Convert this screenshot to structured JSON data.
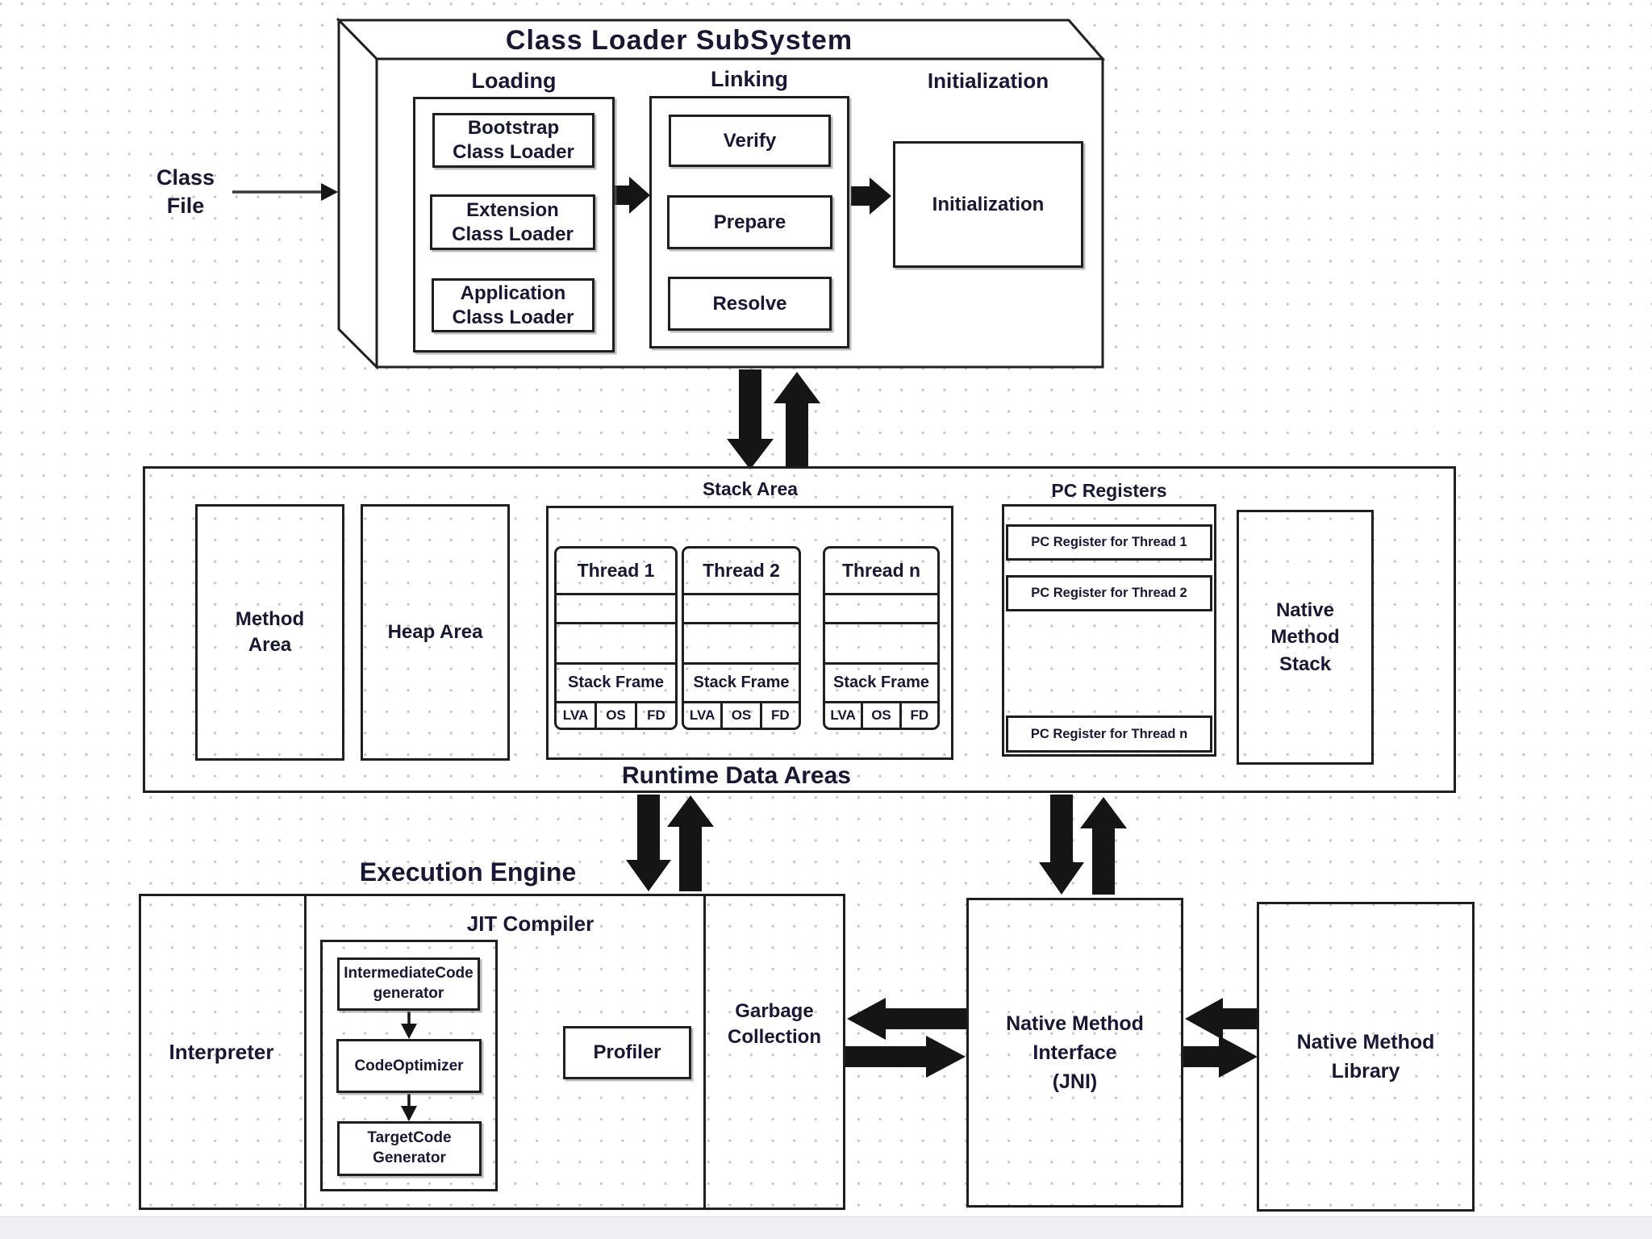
{
  "palette": {
    "ink": "#181836",
    "line": "#1f1f1f",
    "dot_grid": "#c4c4ca",
    "footer": "#eef0f3",
    "arrow": "#151515"
  },
  "class_file": {
    "label": "Class\nFile"
  },
  "class_loader": {
    "title": "Class Loader SubSystem",
    "loading": {
      "label": "Loading",
      "boxes": [
        "Bootstrap\nClass Loader",
        "Extension\nClass Loader",
        "Application\nClass Loader"
      ]
    },
    "linking": {
      "label": "Linking",
      "boxes": [
        "Verify",
        "Prepare",
        "Resolve"
      ]
    },
    "initialization": {
      "label": "Initialization",
      "box": "Initialization"
    }
  },
  "runtime": {
    "title": "Runtime Data Areas",
    "method_area": "Method\nArea",
    "heap_area": "Heap Area",
    "stack": {
      "label": "Stack Area",
      "threads": [
        "Thread 1",
        "Thread 2",
        "Thread n"
      ],
      "stack_frame": "Stack Frame",
      "frame_cells": [
        "LVA",
        "OS",
        "FD"
      ]
    },
    "pc": {
      "label": "PC Registers",
      "items": [
        "PC Register for Thread 1",
        "PC Register for Thread 2",
        "PC Register for Thread n"
      ]
    },
    "native_method_stack": "Native\nMethod\nStack"
  },
  "execution": {
    "title": "Execution Engine",
    "interpreter": "Interpreter",
    "jit": {
      "label": "JIT Compiler",
      "boxes": [
        "IntermediateCode\ngenerator",
        "CodeOptimizer",
        "TargetCode\nGenerator"
      ]
    },
    "profiler": "Profiler",
    "garbage_collection": "Garbage\nCollection"
  },
  "native": {
    "jni": "Native Method\nInterface\n(JNI)",
    "library": "Native Method\nLibrary"
  }
}
